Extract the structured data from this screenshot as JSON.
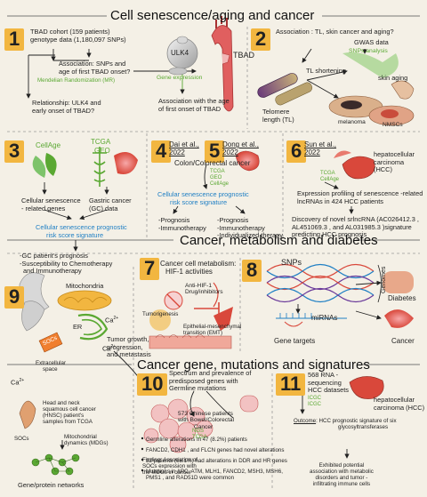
{
  "sections": {
    "s1": "Cell senescence/aging and cancer",
    "s2": "Cancer, metabolism and diabetes",
    "s3": "Cancer gene, mutations and signatures"
  },
  "p1": {
    "num": "1",
    "cohort_l1": "TBAD cohort (159 patients)",
    "cohort_l2": "genotype data (1,180,097 SNPs)",
    "assoc_l1": "Association: SNPs and",
    "assoc_l2": "age of first TBAD onset?",
    "mr": "Mendelian Randomization (MR)",
    "rel_l1": "Relationship: ULK4 and",
    "rel_l2": "early onset of TBAD?",
    "ulk4": "ULK4",
    "tbad": "TBAD",
    "gene_expr": "Gene expression",
    "onset_l1": "Association with the age",
    "onset_l2": "of first onset of TBAD"
  },
  "p2": {
    "num": "2",
    "assoc": "Association : TL, skin cancer and aging?",
    "gwas": "GWAS data",
    "snps_analysis": "SNPs analysis",
    "tl_short": "TL shortening",
    "skin_aging": "skin aging",
    "telomere_l1": "Telomere",
    "telomere_l2": "length (TL)",
    "melanoma": "melanoma",
    "nmscs": "NMSCs"
  },
  "p3": {
    "num": "3",
    "cellage": "CellAge",
    "tcga": "TCGA",
    "geo": "GEO",
    "genes_l1": "Cellular senescence",
    "genes_l2": "- related genes",
    "gc_l1": "Gastric cancer",
    "gc_l2": "(GC) data",
    "sig_l1": "Cellular senescence prognostic",
    "sig_l2": "risk score signature",
    "out_l1": "-GC patient's prognosis",
    "out_l2": "-Susceptibility to Chemotherapy",
    "out_l3": "and Immunotherapy"
  },
  "p45": {
    "num4": "4",
    "num5": "5",
    "dai_l1": "Dai et al.,",
    "dai_l2": "2022",
    "dong_l1": "Dong et al.,",
    "dong_l2": "2022",
    "cancer": "Colon/Colorectal cancer",
    "tcga": "TCGA",
    "geo": "GEO",
    "cellage": "CellAge",
    "sig_l1": "Cellular senescence prognostic",
    "sig_l2": "risk score signature",
    "a1": "-Prognosis",
    "a2": "-Immunotherapy",
    "b1": "-Prognosis",
    "b2": "-Immunotherapy",
    "b3": "-Individualized therapy"
  },
  "p6": {
    "num": "6",
    "sun_l1": "Sun et al.,",
    "sun_l2": "2022",
    "hcc_l1": "hepatocellular",
    "hcc_l2": "carcinoma",
    "hcc_l3": "(HCC)",
    "tcga": "TCGA",
    "cellage": "CellAge",
    "expr_l1": "Expression profiling of senescence  -related",
    "expr_l2": "lncRNAs  in 424 HCC patients",
    "disc_l1": "Discovery of  novel srlncRNA  (AC026412.3 ,",
    "disc_l2": "AL451069.3  , and AL031985.3 )signature",
    "disc_l3": "predicting HCC prognosis"
  },
  "p7": {
    "num": "7",
    "metab_l1": "Cancer cell metabolism:",
    "metab_l2": "HIF-1 activities",
    "anti_l1": "Anti-HIF-1",
    "anti_l2": "Drug/inhibitors",
    "tumor": "Tumorigenesis",
    "emt_l1": "Epithelial-mesenchymal",
    "emt_l2": "transition (EMT)"
  },
  "p8": {
    "num": "8",
    "snps": "SNPs",
    "genomes": "Genomes",
    "mirnas": "miRNAs",
    "targets": "Gene targets",
    "diabetes": "Diabetes",
    "cancer": "Cancer"
  },
  "p9": {
    "num": "9",
    "mito": "Mitochondria",
    "er": "ER",
    "ca1": "Ca",
    "ca2": "Ca",
    "ca3": "Ca",
    "socs": "SOCs",
    "extra_l1": "Extracellular",
    "extra_l2": "space",
    "tumor_l1": "Tumor growth,",
    "tumor_l2": "progression,",
    "tumor_l3": "and metastasis",
    "hn_l1": "Head and neck",
    "hn_l2": "squamous cell cancer",
    "hn_l3": "(HNSC) patient's",
    "hn_l4": "samples from TCGA",
    "socs2": "SOCs",
    "mdg_l1": "Mitochondrial",
    "mdg_l2": "dynamics (MDGs)",
    "networks": "Gene/protein networks",
    "find_l1": "Finding: Association of",
    "find_l2": "SOCs expression with",
    "find_l3": "the MDGs in cancer"
  },
  "p10": {
    "num": "10",
    "spec_l1": "Spectrum and prevalence of",
    "spec_l2": "predisposed  genes  with",
    "spec_l3": "Germline mutations",
    "pat_l1": "573 Chinese patients",
    "pat_l2": "with Bowel/Colorectal",
    "pat_l3": "Cancer",
    "ngs": "NGS",
    "tcga": "TCGA",
    "b1": "Germline alterations in 47 (8.2%) patients",
    "b2_l1": "FANCD2, CDH1   , and FLCN  genes had novel alterations",
    "b3_l1": "32 patients (68.1%) had alterations in DDR and HR genes",
    "b4_l1": "Mutations  in  APC, ATM, MLH1, FANCD2, MSH3, MSH6,",
    "b4_l2": "PMS1   , and  RAD51D  were common"
  },
  "p11": {
    "num": "11",
    "rna_l1": "568 RNA -",
    "rna_l2": "sequencing",
    "rna_l3": "HCC datasets",
    "icgc1": "ICGC",
    "icgc2": "ICGC",
    "hcc_l1": "hepatocellular",
    "hcc_l2": "carcinoma (HCC)",
    "outcome_l1": ": HCC prognostic signature   of six",
    "outcome_label": "Outcome",
    "outcome_l2": "glycosyltransferases",
    "ex_l1": "Exhibited potential",
    "ex_l2": "association with metabolic",
    "ex_l3": "disorders and tumor  -",
    "ex_l4": "infiltrating immune cells"
  }
}
